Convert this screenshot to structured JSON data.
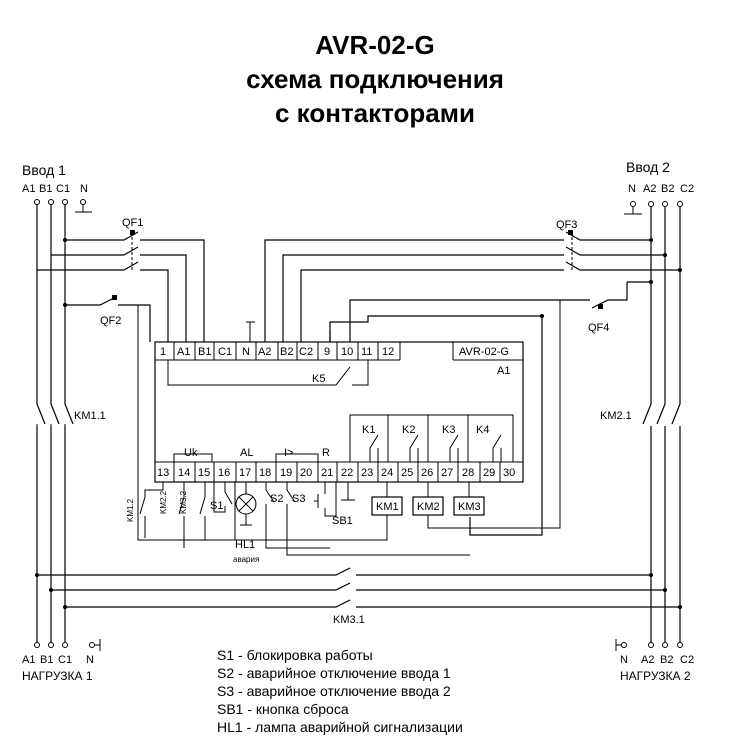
{
  "title": {
    "line1": "AVR-02-G",
    "line2": "схема подключения",
    "line3": "с контакторами"
  },
  "inputs": {
    "left": {
      "label": "Ввод 1",
      "phases": [
        "A1",
        "B1",
        "C1",
        "N"
      ]
    },
    "right": {
      "label": "Ввод 2",
      "phases": [
        "N",
        "A2",
        "B2",
        "C2"
      ]
    }
  },
  "breakers": {
    "qf1": "QF1",
    "qf2": "QF2",
    "qf3": "QF3",
    "qf4": "QF4"
  },
  "contactors": {
    "km11": "KM1.1",
    "km21": "KM2.1",
    "km31": "KM3.1"
  },
  "device": {
    "name": "AVR-02-G",
    "ref": "A1",
    "top_terminals": [
      "1",
      "A1",
      "B1",
      "C1",
      "N",
      "A2",
      "B2",
      "C2",
      "9",
      "10",
      "11",
      "12"
    ],
    "bottom_terminals": [
      "13",
      "14",
      "15",
      "16",
      "17",
      "18",
      "19",
      "20",
      "21",
      "22",
      "23",
      "24",
      "25",
      "26",
      "27",
      "28",
      "29",
      "30"
    ],
    "k5": "K5",
    "relays": [
      "K1",
      "K2",
      "K3",
      "K4"
    ],
    "group_uk": "Uk",
    "group_al": "AL",
    "group_ov": "I>",
    "group_r": "R"
  },
  "external": {
    "aux_contacts": [
      "KM1.2",
      "KM2.2",
      "KM3.2"
    ],
    "s1": "S1",
    "s2": "S2",
    "s3": "S3",
    "sb1": "SB1",
    "hl1": "HL1",
    "hl1_note": "авария",
    "coils": [
      "KM1",
      "KM2",
      "KM3"
    ]
  },
  "loads": {
    "left": {
      "phases": [
        "A1",
        "B1",
        "C1",
        "N"
      ],
      "label": "НАГРУЗКА 1"
    },
    "right": {
      "phases": [
        "N",
        "A2",
        "B2",
        "C2"
      ],
      "label": "НАГРУЗКА 2"
    }
  },
  "legend": [
    "S1 - блокировка работы",
    "S2 - аварийное отключение ввода 1",
    "S3 - аварийное отключение ввода 2",
    "SB1 - кнопка сброса",
    "HL1 - лампа аварийной сигнализации"
  ]
}
